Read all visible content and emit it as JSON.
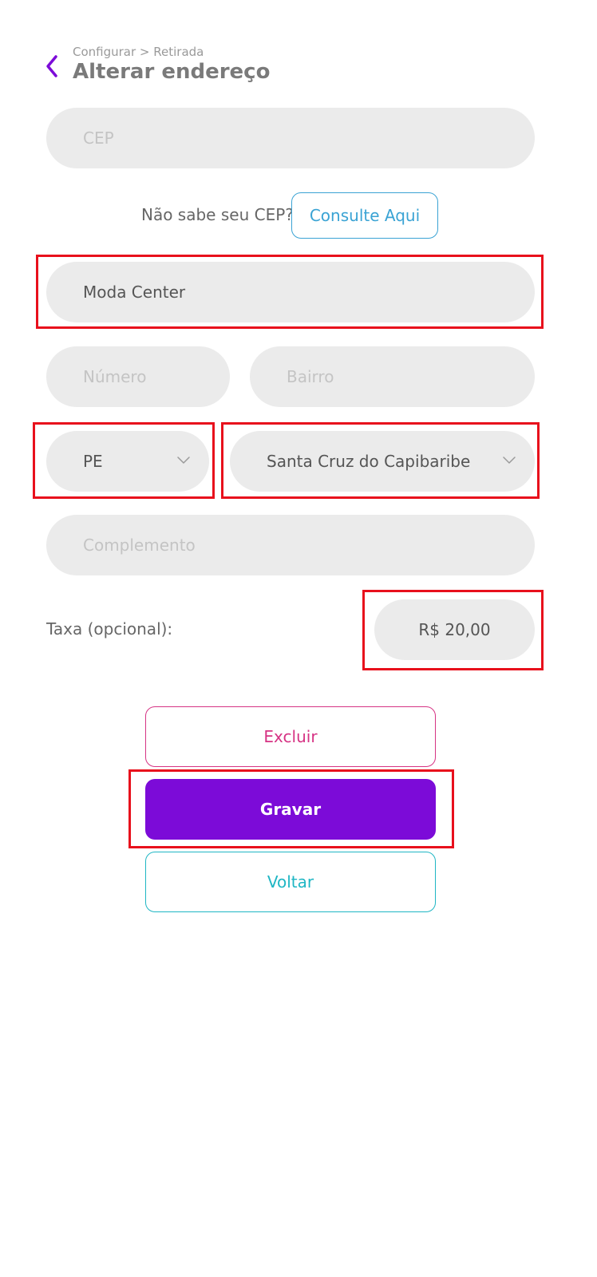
{
  "header": {
    "breadcrumb": "Configurar > Retirada",
    "title": "Alterar endereço"
  },
  "form": {
    "cep": {
      "placeholder": "CEP",
      "value": ""
    },
    "cep_help": {
      "label": "Não sabe seu CEP?",
      "button": "Consulte Aqui"
    },
    "endereco": {
      "value": "Moda Center"
    },
    "numero": {
      "placeholder": "Número",
      "value": ""
    },
    "bairro": {
      "placeholder": "Bairro",
      "value": ""
    },
    "estado": {
      "value": "PE"
    },
    "cidade": {
      "value": "Santa Cruz do Capibaribe"
    },
    "complemento": {
      "placeholder": "Complemento",
      "value": ""
    },
    "taxa": {
      "label": "Taxa (opcional):",
      "value": "R$ 20,00"
    }
  },
  "actions": {
    "excluir": "Excluir",
    "gravar": "Gravar",
    "voltar": "Voltar"
  },
  "colors": {
    "accent": "#7c0bd8",
    "danger_outline": "#d63384",
    "secondary_outline": "#1fb6c4",
    "link": "#3aa3d4",
    "highlight": "#e8101c",
    "input_bg": "#ebebeb"
  },
  "icons": {
    "back": "chevron-left-icon",
    "dropdown": "chevron-down-icon"
  }
}
